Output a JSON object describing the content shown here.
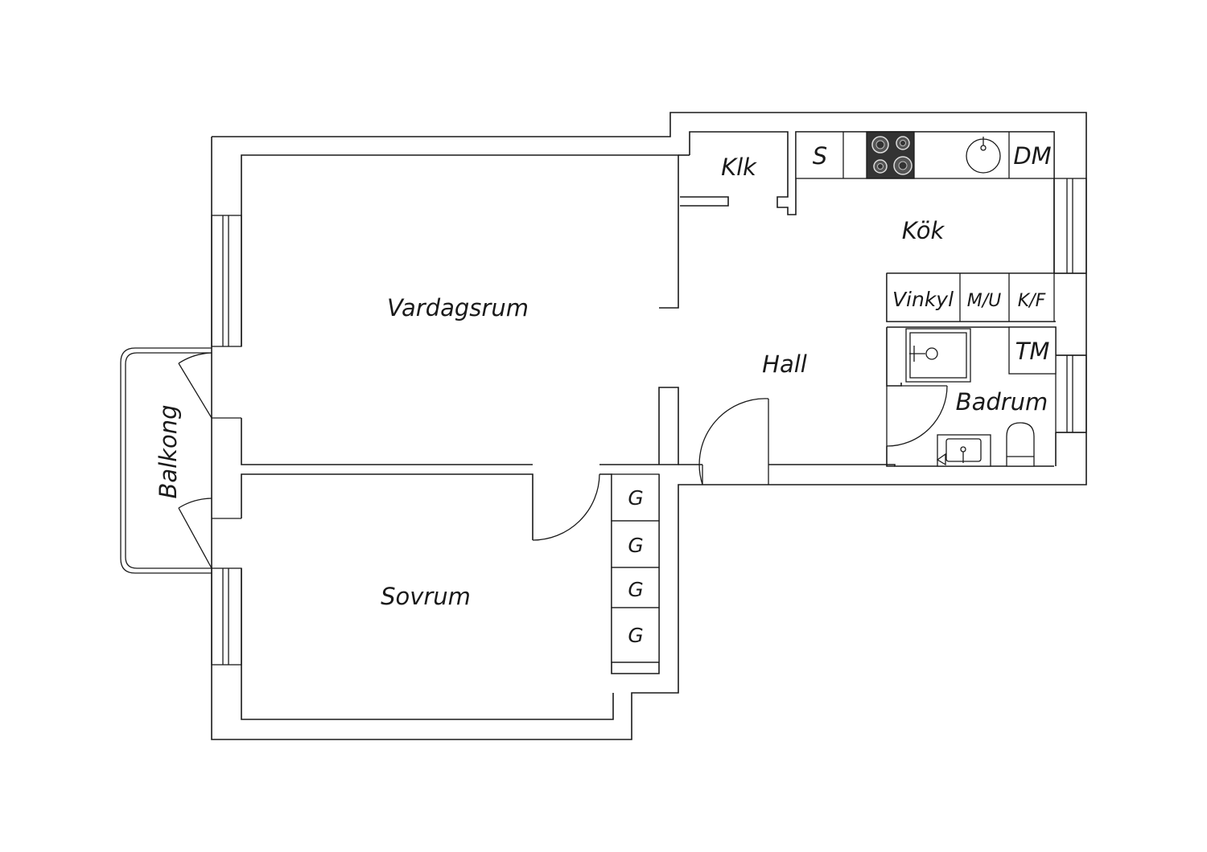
{
  "rooms": {
    "living_room": "Vardagsrum",
    "bedroom": "Sovrum",
    "hall": "Hall",
    "kitchen": "Kök",
    "closet": "Klk",
    "bathroom": "Badrum",
    "balcony": "Balkong"
  },
  "fixtures": {
    "stove_side": "S",
    "dishwasher": "DM",
    "corner_fridge": "Vinkyl",
    "microwave_oven": "M/U",
    "fridge_freezer": "K/F",
    "washing_machine": "TM",
    "wardrobes": [
      "G",
      "G",
      "G",
      "G"
    ]
  },
  "colors": {
    "line": "#1a1a1a",
    "stove": "#333333",
    "background": "#ffffff"
  },
  "icons": [
    "stove-icon",
    "sink-icon",
    "shower-icon",
    "toilet-icon",
    "washbasin-icon",
    "door-swing-icon",
    "window-icon"
  ]
}
